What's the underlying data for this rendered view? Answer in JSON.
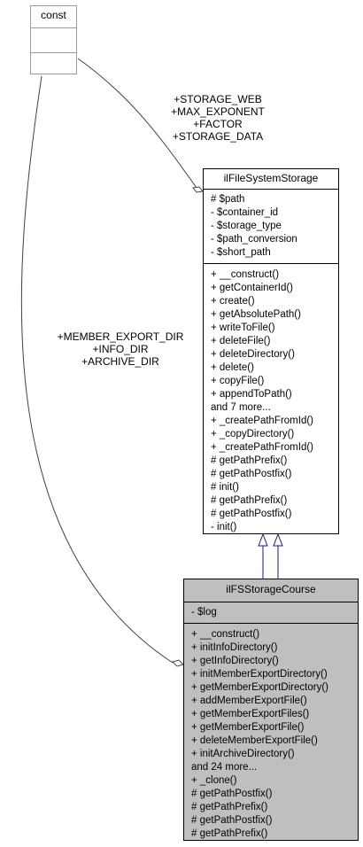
{
  "const_class": {
    "name": "const"
  },
  "fs_storage_class": {
    "name": "ilFileSystemStorage",
    "attributes": [
      "# $path",
      "- $container_id",
      "- $storage_type",
      "- $path_conversion",
      "- $short_path"
    ],
    "methods": [
      "+ __construct()",
      "+ getContainerId()",
      "+ create()",
      "+ getAbsolutePath()",
      "+ writeToFile()",
      "+ deleteFile()",
      "+ deleteDirectory()",
      "+ delete()",
      "+ copyFile()",
      "+ appendToPath()",
      "and 7 more...",
      "+ _createPathFromId()",
      "+ _copyDirectory()",
      "+ _createPathFromId()",
      "# getPathPrefix()",
      "# getPathPostfix()",
      "# init()",
      "# getPathPrefix()",
      "# getPathPostfix()",
      "- init()"
    ]
  },
  "course_class": {
    "name": "ilFSStorageCourse",
    "attributes": [
      "- $log"
    ],
    "methods": [
      "+ __construct()",
      "+ initInfoDirectory()",
      "+ getInfoDirectory()",
      "+ initMemberExportDirectory()",
      "+ getMemberExportDirectory()",
      "+ addMemberExportFile()",
      "+ getMemberExportFiles()",
      "+ getMemberExportFile()",
      "+ deleteMemberExportFile()",
      "+ initArchiveDirectory()",
      "and 24 more...",
      "+ _clone()",
      "# getPathPostfix()",
      "# getPathPrefix()",
      "# getPathPostfix()",
      "# getPathPrefix()"
    ]
  },
  "edge_labels": {
    "fs_storage_constants": [
      "+STORAGE_WEB",
      "+MAX_EXPONENT",
      "+FACTOR",
      "+STORAGE_DATA"
    ],
    "course_constants": [
      "+MEMBER_EXPORT_DIR",
      "+INFO_DIR",
      "+ARCHIVE_DIR"
    ]
  },
  "colors": {
    "focus_fill": "#bfbfbf",
    "inheritance_edge": "#191970",
    "association_edge": "#404040",
    "external_border": "#9a9a9a"
  }
}
